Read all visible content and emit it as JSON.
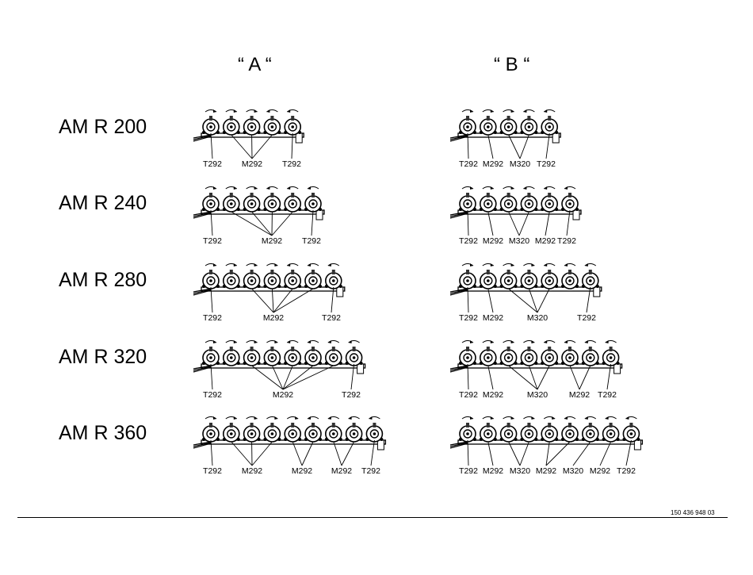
{
  "columns": [
    "“ A “",
    "“ B “"
  ],
  "rows": [
    {
      "model": "AM R 200",
      "discs": 5,
      "a_labels": [
        "T292",
        "M292",
        "T292"
      ],
      "b_labels": [
        "T292",
        "M292",
        "M320",
        "T292"
      ]
    },
    {
      "model": "AM R 240",
      "discs": 6,
      "a_labels": [
        "T292",
        "M292",
        "T292"
      ],
      "b_labels": [
        "T292",
        "M292",
        "M320",
        "M292",
        "T292"
      ]
    },
    {
      "model": "AM R 280",
      "discs": 7,
      "a_labels": [
        "T292",
        "M292",
        "T292"
      ],
      "b_labels": [
        "T292",
        "M292",
        "M320",
        "T292"
      ]
    },
    {
      "model": "AM R 320",
      "discs": 8,
      "a_labels": [
        "T292",
        "M292",
        "T292"
      ],
      "b_labels": [
        "T292",
        "M292",
        "M320",
        "M292",
        "T292"
      ]
    },
    {
      "model": "AM R 360",
      "discs": 9,
      "a_labels": [
        "T292",
        "M292",
        "M292",
        "M292",
        "T292"
      ],
      "b_labels": [
        "T292",
        "M292",
        "M320",
        "M292",
        "M320",
        "M292",
        "T292"
      ]
    }
  ],
  "drawing_number": "150 436 948 03"
}
